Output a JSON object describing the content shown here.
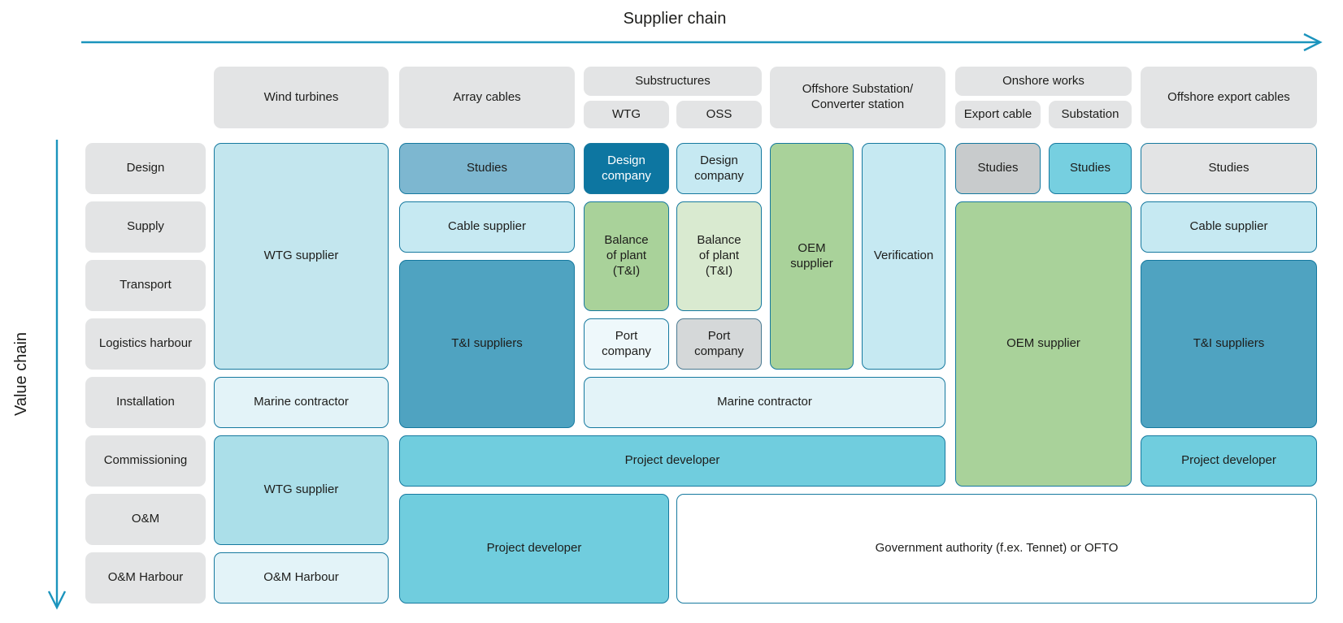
{
  "titles": {
    "supplier_chain": "Supplier chain",
    "value_chain": "Value chain"
  },
  "palette": {
    "arrow": "#1b94bd",
    "border": "#16799f",
    "header_bg": "#e3e4e5",
    "light_blue": "#c3e6ee",
    "pale_blue": "#e3f3f8",
    "porcelain": "#eef8fb",
    "steel_blue": "#7db7d0",
    "mid_blue": "#4fa3c1",
    "dark_teal": "#0d76a1",
    "sky_blue": "#c6e9f2",
    "aqua_blue": "#abdfe9",
    "green": "#a9d29a",
    "light_green": "#d9ead0",
    "gray_fill": "#c8cbcc",
    "gray_port": "#d5d8d9",
    "gray_border": "#4a7a92",
    "cyan_studies": "#76cfe0",
    "project_cyan": "#70cdde"
  },
  "column_headers": {
    "wind_turbines": "Wind turbines",
    "array_cables": "Array cables",
    "substructures": "Substructures",
    "substructures_wtg": "WTG",
    "substructures_oss": "OSS",
    "offshore_substation": "Offshore Substation/ Converter station",
    "onshore_works": "Onshore works",
    "onshore_export_cable": "Export cable",
    "onshore_substation": "Substation",
    "offshore_export_cables": "Offshore export cables"
  },
  "row_labels": [
    "Design",
    "Supply",
    "Transport",
    "Logistics harbour",
    "Installation",
    "Commissioning",
    "O&M",
    "O&M Harbour"
  ],
  "cells": {
    "wind_wtg_supplier": "WTG supplier",
    "wind_marine_contractor": "Marine contractor",
    "wind_wtg_supplier_om": "WTG supplier",
    "wind_om_harbour": "O&M Harbour",
    "array_studies": "Studies",
    "array_cable_supplier": "Cable supplier",
    "array_ti_suppliers": "T&I suppliers",
    "sub_wtg_design_company": "Design company",
    "sub_wtg_balance_of_plant": "Balance of plant (T&I)",
    "sub_wtg_port_company": "Port company",
    "sub_oss_design_company": "Design company",
    "sub_oss_balance_of_plant": "Balance of plant (T&I)",
    "sub_oss_port_company": "Port company",
    "offsub_oem_supplier": "OEM supplier",
    "offsub_verification": "Verification",
    "marine_contractor_span": "Marine contractor",
    "project_developer_span": "Project developer",
    "onshore_studies_export": "Studies",
    "onshore_studies_substation": "Studies",
    "onshore_oem_supplier": "OEM supplier",
    "export_studies": "Studies",
    "export_cable_supplier": "Cable supplier",
    "export_ti_suppliers": "T&I suppliers",
    "export_project_developer": "Project developer",
    "project_developer_om": "Project developer",
    "government_authority": "Government authority (f.ex. Tennet) or OFTO"
  }
}
